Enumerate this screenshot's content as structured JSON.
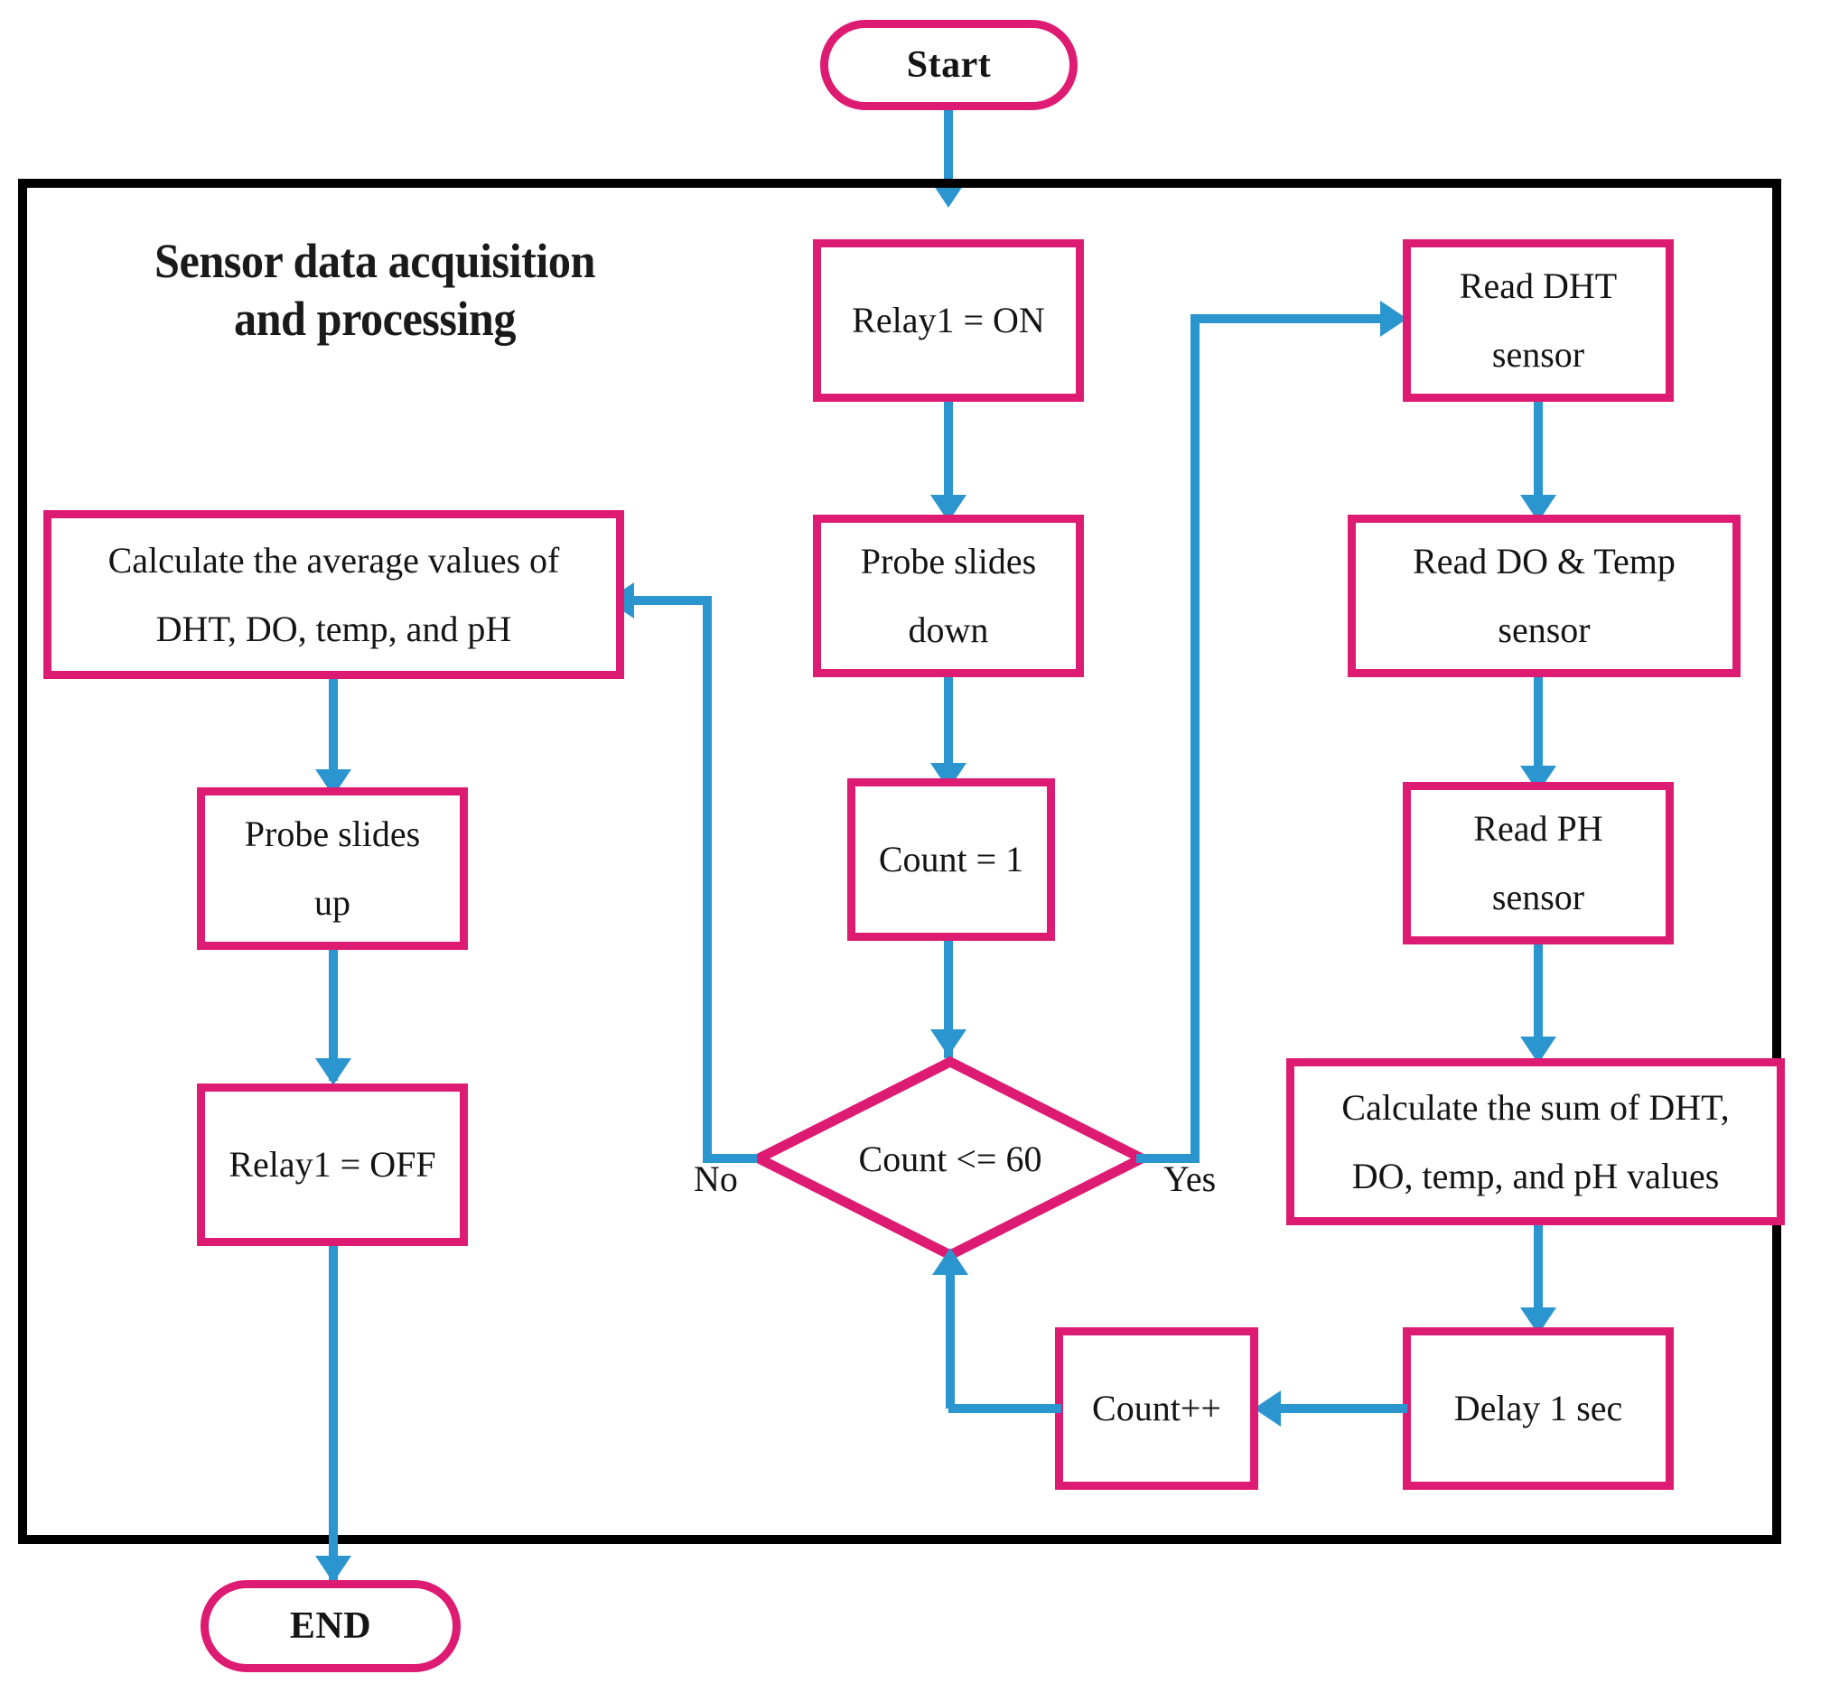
{
  "diagram": {
    "title": "Sensor data acquisition\nand processing",
    "colors": {
      "node_border": "#DE1B72",
      "connector": "#2B95D0",
      "frame": "#000000",
      "text": "#141414",
      "background": "#FFFFFF"
    },
    "terminals": {
      "start": "Start",
      "end": "END"
    },
    "nodes": {
      "relay1_on": "Relay1 = ON",
      "probe_slides_down": "Probe slides\ndown",
      "count_init": "Count = 1",
      "read_dht": "Read DHT\nsensor",
      "read_do_temp": "Read DO &  Temp\nsensor",
      "read_ph": "Read PH\nsensor",
      "calculate_sum": "Calculate the sum of DHT,\nDO, temp, and pH values",
      "delay": "Delay 1 sec",
      "count_increment": "Count++",
      "calculate_average": "Calculate the average values of\nDHT, DO, temp, and pH",
      "probe_slides_up": "Probe slides\nup",
      "relay1_off": "Relay1 = OFF"
    },
    "decision": {
      "condition": "Count <= 60",
      "branch_no": "No",
      "branch_yes": "Yes"
    }
  }
}
